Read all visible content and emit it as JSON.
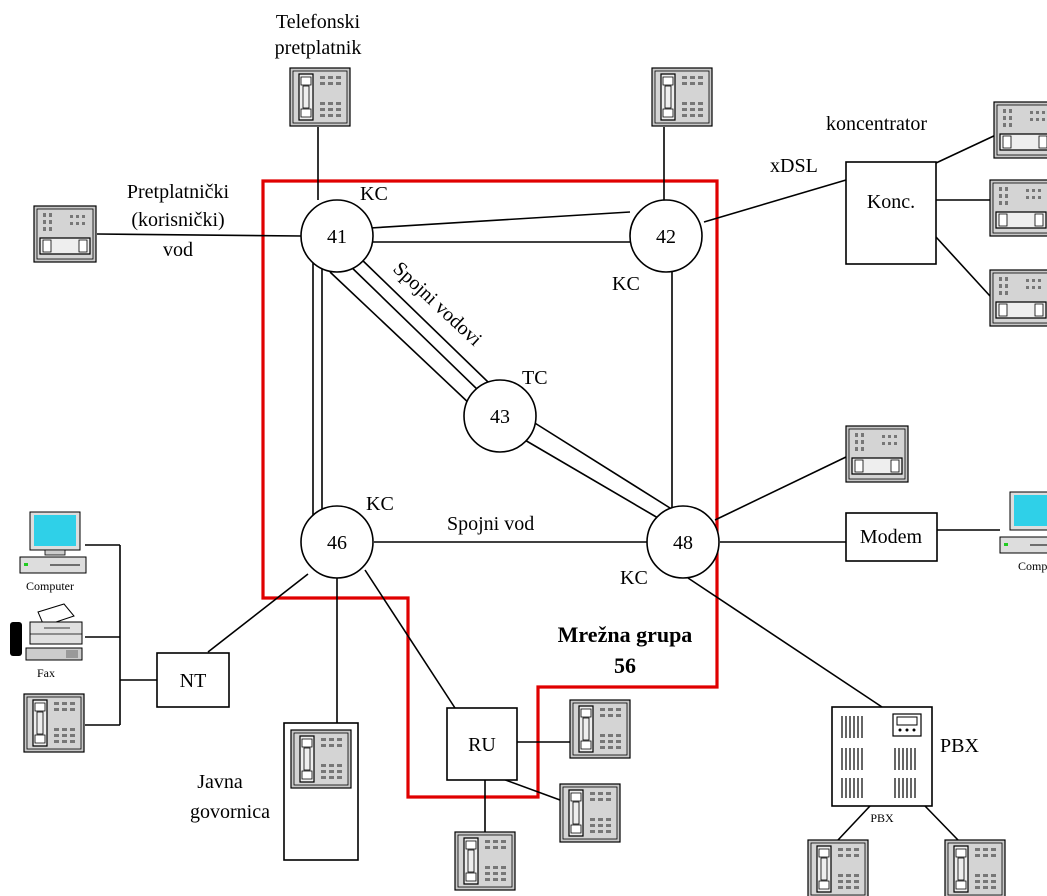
{
  "nodes": {
    "n41": "41",
    "n42": "42",
    "n43": "43",
    "n46": "46",
    "n48": "48"
  },
  "labels": {
    "kc_41": "KC",
    "kc_42": "KC",
    "tc_43": "TC",
    "kc_46": "KC",
    "kc_48": "KC",
    "telefonski_1": "Telefonski",
    "telefonski_2": "pretplatnik",
    "pretplatnicki_1": "Pretplatnički",
    "pretplatnicki_2": "(korisnički)",
    "pretplatnicki_3": "vod",
    "spojni_vodovi": "Spojni vodovi",
    "spojni_vod": "Spojni vod",
    "xdsl": "xDSL",
    "koncentrator": "koncentrator",
    "konc": "Konc.",
    "modem": "Modem",
    "nt": "NT",
    "ru": "RU",
    "pbx": "PBX",
    "pbx_small": "PBX",
    "computer_left": "Computer",
    "computer_right": "Computer",
    "fax": "Fax",
    "javna_1": "Javna",
    "javna_2": "govornica",
    "mrezna_1": "Mrežna grupa",
    "mrezna_2": "56"
  },
  "colors": {
    "network_group_border": "#e00000",
    "screen": "#2fd0e8",
    "phone_fill": "#c8c8c8"
  }
}
